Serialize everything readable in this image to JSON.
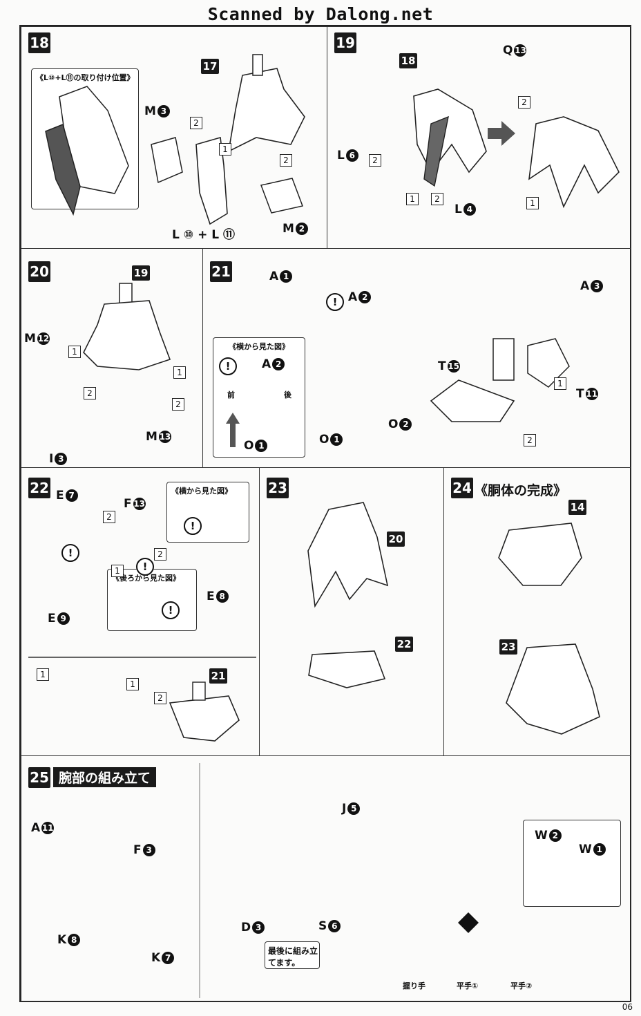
{
  "header": {
    "scan_credit": "Scanned by Dalong.net"
  },
  "page_number": "06",
  "steps": {
    "s18": {
      "num": "18",
      "callout": "《L⑩+L⑪の取り付け位置》",
      "ref": "17",
      "parts": {
        "m3": "M",
        "m3n": "3",
        "m2": "M",
        "m2n": "2",
        "l": "L ⑩ + L ⑪"
      }
    },
    "s19": {
      "num": "19",
      "ref": "18",
      "parts": {
        "l6": "L",
        "l6n": "6",
        "l4": "L",
        "l4n": "4",
        "q": "Q",
        "qn": "13"
      }
    },
    "s20": {
      "num": "20",
      "ref": "19",
      "parts": {
        "m12": "M",
        "m12n": "12",
        "i3": "I",
        "i3n": "3",
        "m13": "M",
        "m13n": "13"
      }
    },
    "s21": {
      "num": "21",
      "callout": "《横から見た図》",
      "front": "前",
      "back": "後",
      "parts": {
        "a1": "A",
        "a1n": "1",
        "a2": "A",
        "a2n": "2",
        "a2b": "A",
        "a2bn": "2",
        "o1a": "O",
        "o1an": "1",
        "o1b": "O",
        "o1bn": "1",
        "o2": "O",
        "o2n": "2",
        "a3": "A",
        "a3n": "3",
        "t15": "T",
        "t15n": "15",
        "t11": "T",
        "t11n": "11"
      }
    },
    "s22": {
      "num": "22",
      "callout_side": "《横から見た図》",
      "callout_back": "《後ろから見た図》",
      "ref": "21",
      "parts": {
        "e7": "E",
        "e7n": "7",
        "f13": "F",
        "f13n": "13",
        "e8": "E",
        "e8n": "8",
        "e9": "E",
        "e9n": "9"
      }
    },
    "s23": {
      "num": "23",
      "ref_a": "20",
      "ref_b": "22"
    },
    "s24": {
      "num": "24",
      "title": "《胴体の完成》",
      "ref_a": "14",
      "ref_b": "23"
    },
    "s25": {
      "num": "25",
      "title": "腕部の組み立て",
      "note": "最後に組み立てます。",
      "parts": {
        "a11": "A",
        "a11n": "11",
        "f3": "F",
        "f3n": "3",
        "k8": "K",
        "k8n": "8",
        "k7": "K",
        "k7n": "7",
        "j5": "J",
        "j5n": "5",
        "d3": "D",
        "d3n": "3",
        "s6": "S",
        "s6n": "6",
        "w2": "W",
        "w2n": "2",
        "w1": "W",
        "w1n": "1"
      },
      "hands": [
        "握り手",
        "平手①",
        "平手②"
      ]
    }
  }
}
